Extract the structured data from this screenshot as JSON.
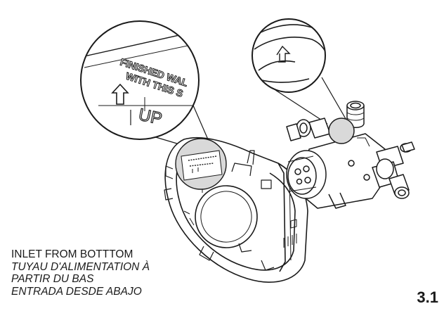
{
  "caption": {
    "english": "INLET FROM BOTTTOM",
    "french_line1": "TUYAU D'ALIMENTATION À",
    "french_line2": "PARTIR DU BAS",
    "spanish": "ENTRADA DESDE ABAJO"
  },
  "step_number": "3.1",
  "detail_label": {
    "line1": "FINISHED WAL",
    "line2": "WITH THIS S",
    "up_word": "UP"
  },
  "colors": {
    "line": "#1a1a1a",
    "magnifier_fill": "#d9d9d9",
    "background": "#ffffff"
  }
}
